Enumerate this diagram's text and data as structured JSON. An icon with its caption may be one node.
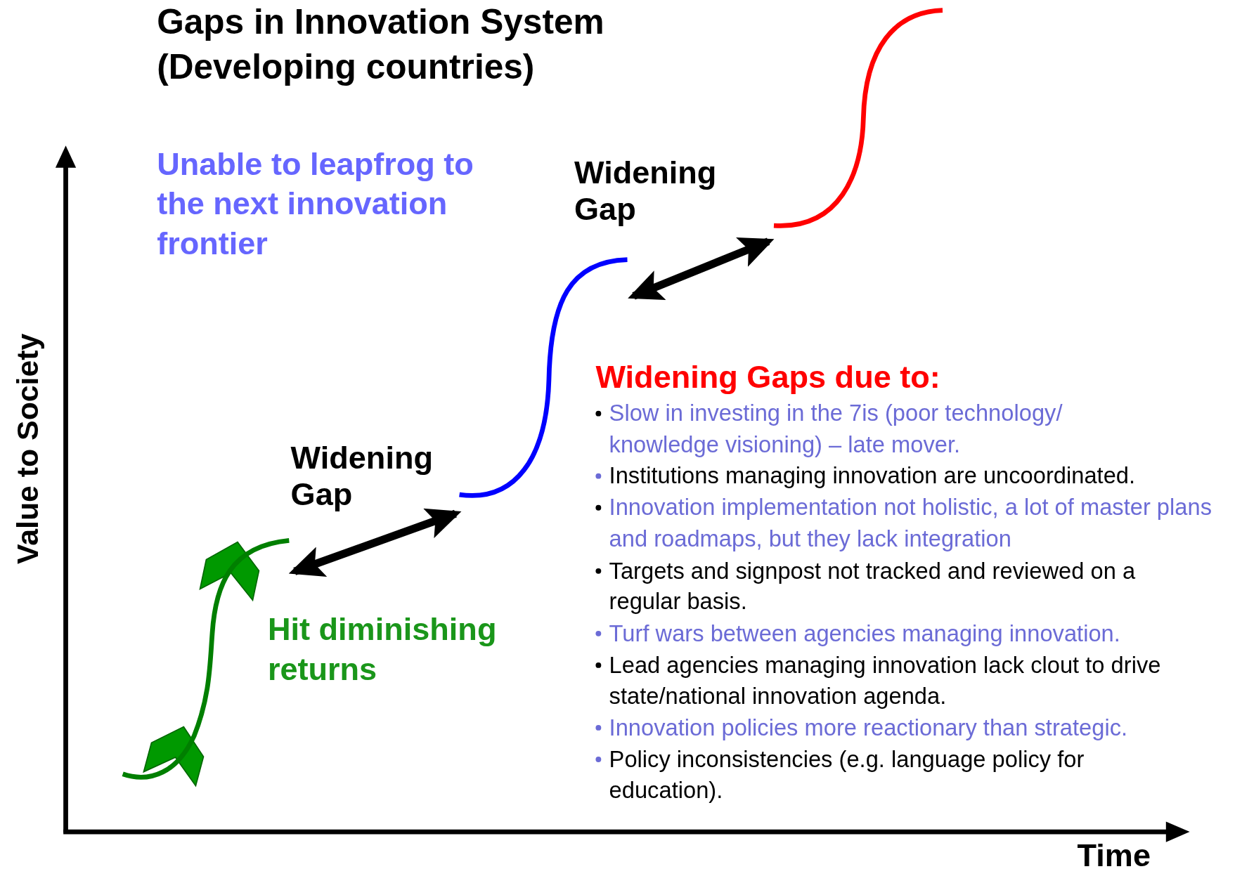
{
  "diagram": {
    "title": "Gaps in Innovation System (Developing countries)",
    "nodes": [
      {
        "text": [],
        "shape": "curve"
      },
      {
        "text": [],
        "shape": "curve"
      },
      {
        "text": [],
        "shape": "curve"
      }
    ],
    "edges": [
      {
        "from": 0,
        "to": 1,
        "arrow": "both",
        "label": "Widening Gap"
      },
      {
        "from": 1,
        "to": 2,
        "arrow": "both",
        "label": "Widening Gap"
      }
    ],
    "labels": [
      "Unable to leapfrog to the next innovation frontier",
      "Widening Gaps due to:",
      "Slow in investing in the 7is (poor technology/ knowledge visioning) – late mover.",
      "Institutions managing innovation are uncoordinated.",
      "Innovation implementation not holistic, a lot of master plans and roadmaps, but they lack integration",
      "Targets and signpost not tracked and reviewed on a regular basis.",
      "Turf wars between agencies managing innovation.",
      "Lead agencies managing innovation lack clout to drive state/national innovation agenda.",
      "Innovation policies more reactionary than strategic.",
      "Policy inconsistencies (e.g. language policy for education).",
      "Hit diminishing returns",
      "Value to Society",
      "Time"
    ]
  }
}
